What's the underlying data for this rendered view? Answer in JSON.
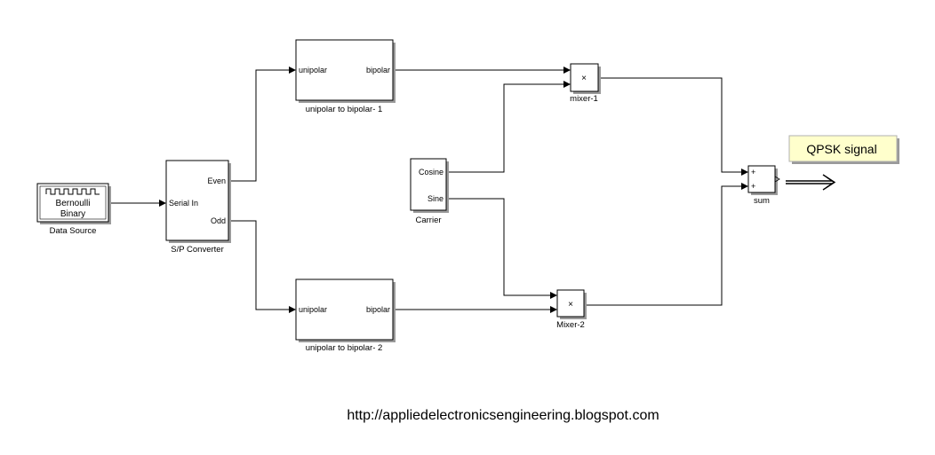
{
  "blocks": {
    "data_source": {
      "line1": "Bernoulli",
      "line2": "Binary",
      "caption": "Data Source"
    },
    "sp_converter": {
      "in_port": "Serial In",
      "out_even": "Even",
      "out_odd": "Odd",
      "caption": "S/P Converter"
    },
    "u2b_1": {
      "in_port": "unipolar",
      "out_port": "bipolar",
      "caption": "unipolar to bipolar- 1"
    },
    "u2b_2": {
      "in_port": "unipolar",
      "out_port": "bipolar",
      "caption": "unipolar to bipolar- 2"
    },
    "carrier": {
      "out_cos": "Cosine",
      "out_sin": "Sine",
      "caption": "Carrier"
    },
    "mixer_1": {
      "symbol": "×",
      "caption": "mixer-1"
    },
    "mixer_2": {
      "symbol": "×",
      "caption": "Mixer-2"
    },
    "sum": {
      "sign1": "+",
      "sign2": "+",
      "caption": "sum"
    }
  },
  "annotation": {
    "label": "QPSK signal"
  },
  "footer": {
    "url": "http://appliedelectronicsengineering.blogspot.com"
  },
  "colors": {
    "note_fill": "#ffffcc",
    "line": "#000000",
    "shadow": "#9a9a9a"
  }
}
